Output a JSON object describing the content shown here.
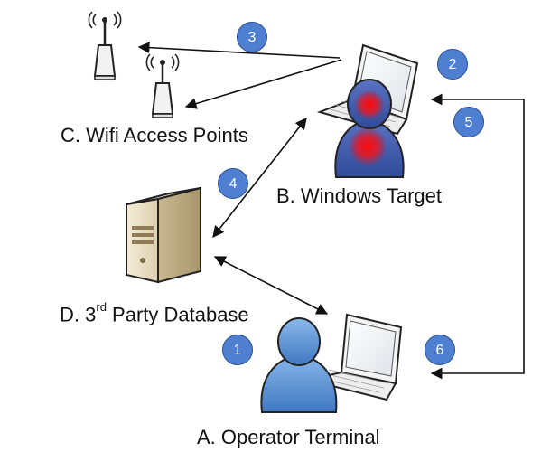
{
  "labels": {
    "wifi": "C. Wifi Access Points",
    "windows_target": "B. Windows Target",
    "database_prefix": "D. 3",
    "database_sup": "rd",
    "database_suffix": " Party Database",
    "operator": "A. Operator Terminal"
  },
  "steps": [
    "1",
    "2",
    "3",
    "4",
    "5",
    "6"
  ],
  "colors": {
    "step_fill": "#4f7fd1",
    "operator_person": "#5b95d6",
    "target_person": "#3a57a8",
    "target_glow": "#ff1010"
  },
  "icons": [
    "wifi-antenna-icon",
    "laptop-icon",
    "person-icon",
    "server-tower-icon"
  ]
}
